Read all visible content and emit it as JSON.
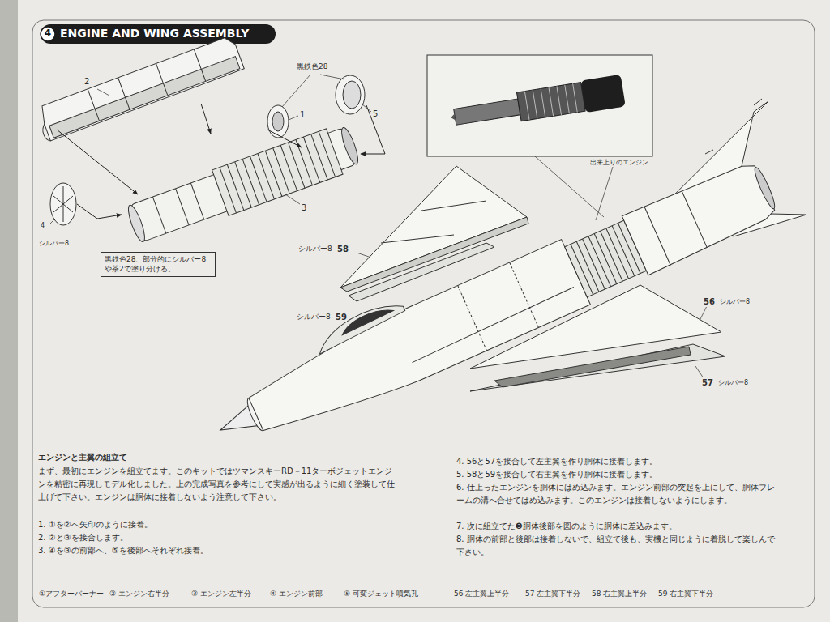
{
  "diagram": {
    "title": "ENGINE AND WING ASSEMBLY",
    "nodes": [
      {
        "text": [
          "黒鉄色28、部分的にシルバー8 や茶2で塗り分ける。"
        ]
      }
    ],
    "labels": [
      "4",
      "2",
      "黒鉄色28",
      "1",
      "5",
      "3",
      "4",
      "シルバー8",
      "出来上りのエンジン",
      "シルバー8",
      "58",
      "シルバー8",
      "59",
      "56",
      "シルバー8",
      "57",
      "シルバー8",
      "エンジンと主翼の組立て",
      "まず、最初にエンジンを組立てます。このキットではツマンスキーRD－11ターボジェットエンジンを精密に再現しモデル化しました。上の完成写真を参考にして実感が出るように細く塗装して仕上げて下さい。エンジンは胴体に接着しないよう注意して下さい。",
      "1. ①を②へ矢印のように接着。",
      "2. ②と③を接合します。",
      "3. ④を③の前部へ、⑤を後部へそれぞれ接着。",
      "4. 56と57を接合して左主翼を作り胴体に接着します。",
      "5. 58と59を接合して右主翼を作り胴体に接着します。",
      "6. 仕上ったエンジンを胴体にはめ込みます。エンジン前部の突起を上にして、胴体フレームの溝へ合せてはめ込みます。このエンジンは接着しないようにします。",
      "7. 次に組立てた❸胴体後部を図のように胴体に差込みます。",
      "8. 胴体の前部と後部は接着しないで、組立て後も、実機と同じように着脱して楽しんで下さい。",
      "①アフターバーナー",
      "② エンジン右半分",
      "③ エンジン左半分",
      "④ エンジン前部",
      "⑤ 可変ジェット噴気孔",
      "56 左主翼上半分",
      "57 左主翼下半分",
      "58 右主翼上半分",
      "59 右主翼下半分"
    ]
  }
}
